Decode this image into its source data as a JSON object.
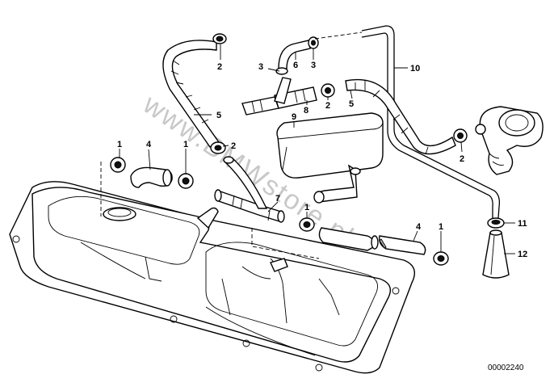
{
  "diagram": {
    "watermark": "www.BMWstore.pl",
    "image_code": "00002240",
    "callouts": [
      {
        "id": "c2a",
        "label": "2"
      },
      {
        "id": "c5a",
        "label": "5"
      },
      {
        "id": "c3a",
        "label": "3"
      },
      {
        "id": "c6",
        "label": "6"
      },
      {
        "id": "c3b",
        "label": "3"
      },
      {
        "id": "c10",
        "label": "10"
      },
      {
        "id": "c2b",
        "label": "2"
      },
      {
        "id": "c5b",
        "label": "5"
      },
      {
        "id": "c8",
        "label": "8"
      },
      {
        "id": "c9",
        "label": "9"
      },
      {
        "id": "c2c",
        "label": "2"
      },
      {
        "id": "c2d",
        "label": "2"
      },
      {
        "id": "c1a",
        "label": "1"
      },
      {
        "id": "c4a",
        "label": "4"
      },
      {
        "id": "c1b",
        "label": "1"
      },
      {
        "id": "c7",
        "label": "7"
      },
      {
        "id": "c1c",
        "label": "1"
      },
      {
        "id": "c4b",
        "label": "4"
      },
      {
        "id": "c1d",
        "label": "1"
      },
      {
        "id": "c11",
        "label": "11"
      },
      {
        "id": "c12",
        "label": "12"
      }
    ]
  }
}
